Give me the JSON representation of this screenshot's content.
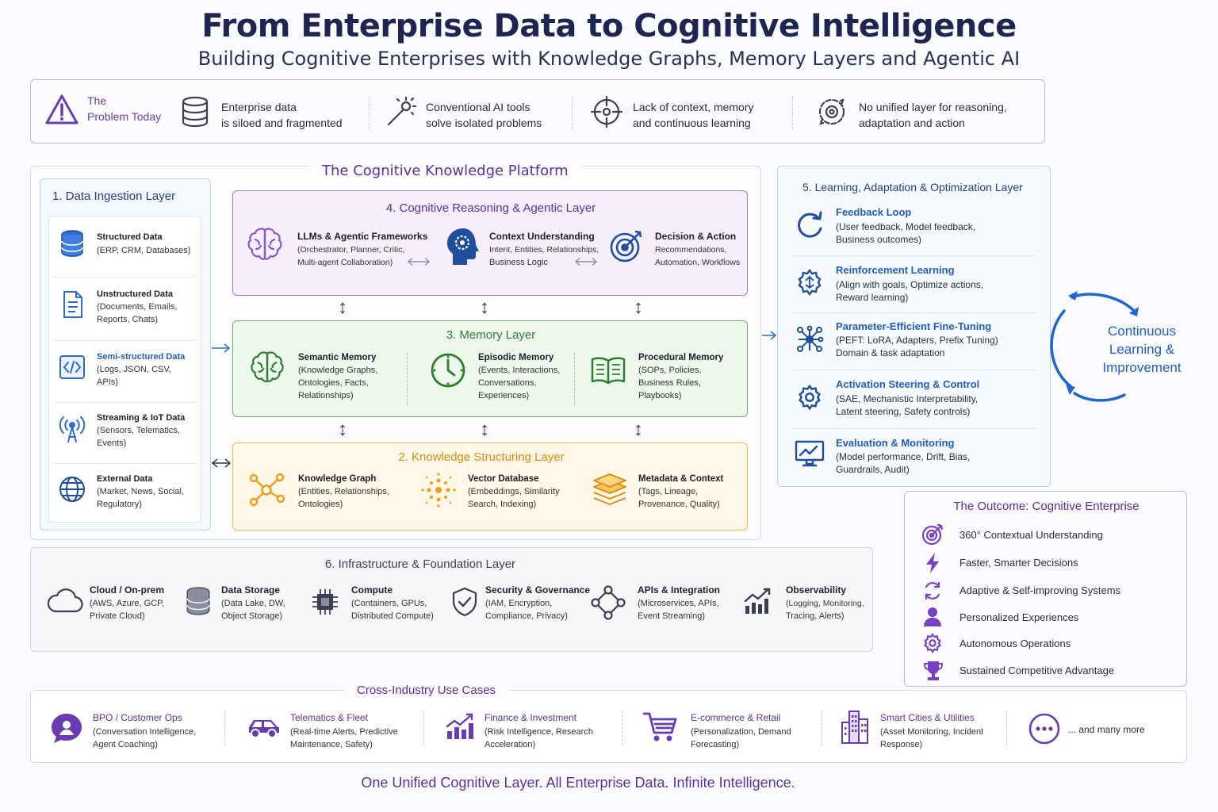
{
  "title": "From Enterprise Data to Cognitive Intelligence",
  "subtitle": "Building Cognitive Enterprises with Knowledge Graphs, Memory Layers and Agentic AI",
  "problem": {
    "label_line1": "The",
    "label_line2": "Problem Today",
    "items": [
      {
        "l1": "Enterprise data",
        "l2": "is siloed and fragmented",
        "icon": "database-icon"
      },
      {
        "l1": "Conventional AI tools",
        "l2": "solve isolated problems",
        "icon": "magic-wand-icon"
      },
      {
        "l1": "Lack of context, memory",
        "l2": "and continuous learning",
        "icon": "target-crosshair-icon"
      },
      {
        "l1": "No unified layer for reasoning,",
        "l2": "adaptation and action",
        "icon": "gears-icon"
      }
    ]
  },
  "platform_title": "The Cognitive Knowledge Platform",
  "ingestion": {
    "title": "1. Data Ingestion Layer",
    "items": [
      {
        "name": "Structured Data",
        "d1": "(ERP, CRM, Databases)",
        "d2": "",
        "d3": "",
        "icon": "database-icon"
      },
      {
        "name": "Unstructured Data",
        "d1": "(Documents, Emails,",
        "d2": "Reports, Chats)",
        "d3": "",
        "icon": "document-icon"
      },
      {
        "name": "Semi-structured Data",
        "d1": "(Logs, JSON, CSV,",
        "d2": "APIs)",
        "d3": "",
        "icon": "code-icon"
      },
      {
        "name": "Streaming & IoT Data",
        "d1": "(Sensors, Telematics,",
        "d2": "Events)",
        "d3": "",
        "icon": "antenna-icon"
      },
      {
        "name": "External Data",
        "d1": "(Market, News, Social,",
        "d2": "Regulatory)",
        "d3": "",
        "icon": "globe-icon"
      }
    ]
  },
  "reasoning": {
    "title": "4. Cognitive Reasoning & Agentic Layer",
    "items": [
      {
        "name": "LLMs & Agentic Frameworks",
        "d1": "(Orchestrator, Planner, Critic,",
        "d2": "Multi-agent Collaboration)",
        "icon": "brain-icon"
      },
      {
        "name": "Context Understanding",
        "d1": "Intent, Entities, Relationships,",
        "d2": "Business Logic",
        "icon": "head-gear-icon"
      },
      {
        "name": "Decision & Action",
        "d1": "Recommendations,",
        "d2": "Automation, Workflows",
        "icon": "target-icon"
      }
    ]
  },
  "memory": {
    "title": "3. Memory Layer",
    "items": [
      {
        "name": "Semantic Memory",
        "d1": "(Knowledge Graphs,",
        "d2": "Ontologies, Facts,",
        "d3": "Relationships)",
        "icon": "brain-icon"
      },
      {
        "name": "Episodic Memory",
        "d1": "(Events, Interactions,",
        "d2": "Conversations,",
        "d3": "Experiences)",
        "icon": "clock-icon"
      },
      {
        "name": "Procedural Memory",
        "d1": "(SOPs, Policies,",
        "d2": "Business Rules,",
        "d3": "Playbooks)",
        "icon": "book-icon"
      }
    ]
  },
  "structuring": {
    "title": "2. Knowledge Structuring Layer",
    "items": [
      {
        "name": "Knowledge Graph",
        "d1": "(Entities, Relationships,",
        "d2": "Ontologies)",
        "icon": "graph-icon"
      },
      {
        "name": "Vector Database",
        "d1": "(Embeddings, Similarity",
        "d2": "Search, Indexing)",
        "icon": "dots-cluster-icon"
      },
      {
        "name": "Metadata & Context",
        "d1": "(Tags, Lineage,",
        "d2": "Provenance, Quality)",
        "icon": "layers-icon"
      }
    ]
  },
  "learning": {
    "title": "5. Learning, Adaptation & Optimization Layer",
    "items": [
      {
        "name": "Feedback Loop",
        "d1": "(User feedback, Model feedback,",
        "d2": "Business outcomes)",
        "icon": "refresh-icon"
      },
      {
        "name": "Reinforcement Learning",
        "d1": "(Align with goals, Optimize actions,",
        "d2": "Reward learning)",
        "icon": "gear-cycle-icon"
      },
      {
        "name": "Parameter-Efficient Fine-Tuning",
        "d1": "(PEFT: LoRA, Adapters, Prefix Tuning)",
        "d2": "Domain & task adaptation",
        "icon": "network-chip-icon"
      },
      {
        "name": "Activation Steering & Control",
        "d1": "(SAE, Mechanistic Interpretability,",
        "d2": "Latent steering, Safety controls)",
        "icon": "gear-icon"
      },
      {
        "name": "Evaluation & Monitoring",
        "d1": "(Model performance, Drift, Bias,",
        "d2": "Guardrails, Audit)",
        "icon": "monitor-chart-icon"
      }
    ]
  },
  "continuous": {
    "l1": "Continuous",
    "l2": "Learning &",
    "l3": "Improvement"
  },
  "infra": {
    "title": "6. Infrastructure & Foundation Layer",
    "items": [
      {
        "name": "Cloud / On-prem",
        "d1": "(AWS, Azure, GCP,",
        "d2": "Private Cloud)",
        "icon": "cloud-icon"
      },
      {
        "name": "Data Storage",
        "d1": "(Data Lake, DW,",
        "d2": "Object Storage)",
        "icon": "database-icon"
      },
      {
        "name": "Compute",
        "d1": "(Containers, GPUs,",
        "d2": "Distributed Compute)",
        "icon": "chip-icon"
      },
      {
        "name": "Security & Governance",
        "d1": "(IAM, Encryption,",
        "d2": "Compliance, Privacy)",
        "icon": "shield-icon"
      },
      {
        "name": "APIs & Integration",
        "d1": "(Microservices, APIs,",
        "d2": "Event Streaming)",
        "icon": "nodes-icon"
      },
      {
        "name": "Observability",
        "d1": "(Logging, Monitoring,",
        "d2": "Tracing, Alerts)",
        "icon": "bar-chart-icon"
      }
    ]
  },
  "outcome": {
    "title": "The Outcome: Cognitive Enterprise",
    "items": [
      {
        "label": "360° Contextual Understanding",
        "icon": "target-icon"
      },
      {
        "label": "Faster, Smarter Decisions",
        "icon": "lightning-icon"
      },
      {
        "label": "Adaptive & Self-improving Systems",
        "icon": "refresh-icon"
      },
      {
        "label": "Personalized Experiences",
        "icon": "person-icon"
      },
      {
        "label": "Autonomous Operations",
        "icon": "gear-icon"
      },
      {
        "label": "Sustained Competitive Advantage",
        "icon": "trophy-icon"
      }
    ]
  },
  "usecases": {
    "title": "Cross-Industry Use Cases",
    "items": [
      {
        "name": "BPO / Customer Ops",
        "d1": "(Conversation Intelligence,",
        "d2": "Agent Coaching)",
        "icon": "chat-bubble-icon"
      },
      {
        "name": "Telematics & Fleet",
        "d1": "(Real-time Alerts, Predictive",
        "d2": "Maintenance, Safety)",
        "icon": "car-icon"
      },
      {
        "name": "Finance & Investment",
        "d1": "(Risk Intelligence, Research",
        "d2": "Acceleration)",
        "icon": "growth-chart-icon"
      },
      {
        "name": "E-commerce & Retail",
        "d1": "(Personalization, Demand",
        "d2": "Forecasting)",
        "icon": "cart-icon"
      },
      {
        "name": "Smart Cities & Utilities",
        "d1": "(Asset Monitoring, Incident",
        "d2": "Response)",
        "icon": "buildings-icon"
      }
    ],
    "more": "... and many more",
    "more_icon": "ellipsis-icon"
  },
  "tagline": "One Unified Cognitive Layer. All Enterprise Data. Infinite Intelligence.",
  "colors": {
    "purple": "#6a3cb3",
    "navy": "#1f2551",
    "blue": "#1f5ec8",
    "reasoning_bg": "#f5eefb",
    "reasoning_border": "#a57ad2",
    "memory_bg": "#eef7ec",
    "memory_border": "#6fb26a",
    "structuring_bg": "#fff8e8",
    "structuring_border": "#f0b84d",
    "green": "#2e7d32",
    "orange": "#f59a14"
  }
}
